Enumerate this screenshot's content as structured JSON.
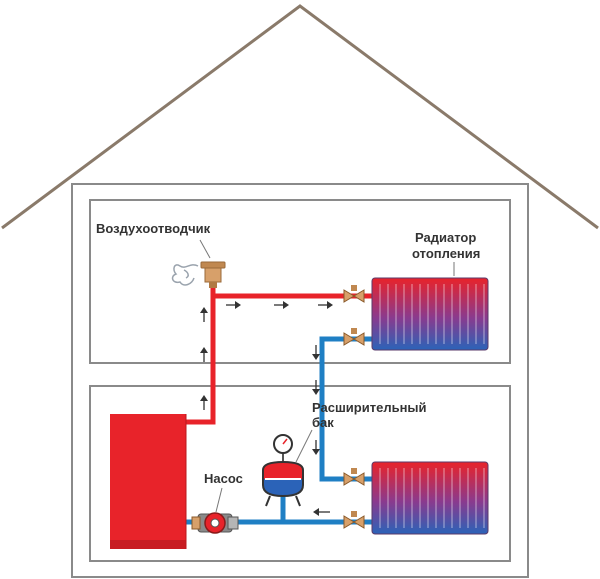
{
  "labels": {
    "air_vent": "Воздухоотводчик",
    "radiator_line1": "Радиатор",
    "radiator_line2": "отопления",
    "tank_line1": "Расширительный",
    "tank_line2": "бак",
    "pump": "Насос"
  },
  "colors": {
    "hot_pipe": "#e8232a",
    "cold_pipe": "#1f7fc4",
    "boiler": "#e8232a",
    "house_outline": "#8a8a8a",
    "roof": "#8a7a6a",
    "label_text": "#333333"
  },
  "icons": {
    "air_vent": "air-vent-icon",
    "radiator": "radiator-icon",
    "expansion_tank": "expansion-tank-icon",
    "pump": "circulation-pump-icon",
    "boiler": "boiler-icon",
    "valve": "valve-icon",
    "flow_arrow": "flow-arrow-icon"
  }
}
